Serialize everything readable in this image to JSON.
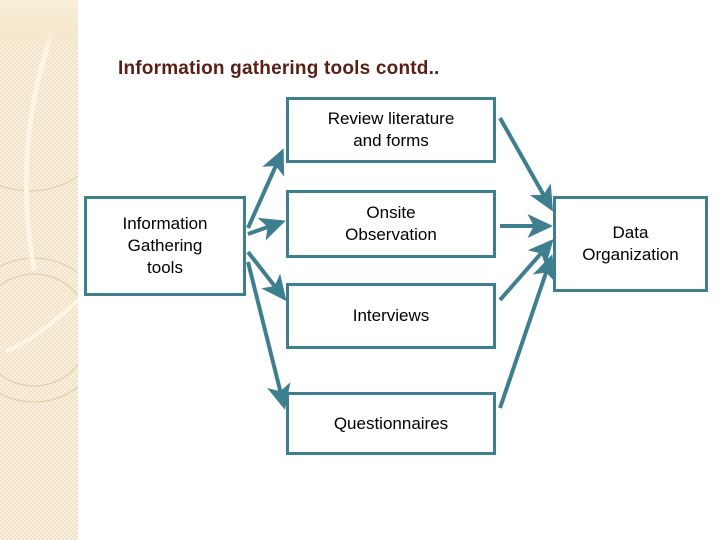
{
  "slide": {
    "title": "Information gathering tools contd..",
    "title_color": "#5a2018",
    "background_color": "#ffffff",
    "accent_color": "#3d7f8e",
    "decoration_color": "#f2e3c4"
  },
  "diagram": {
    "type": "flow",
    "source": {
      "label": "Information\nGathering\ntools",
      "lines": [
        "Information",
        "Gathering",
        "tools"
      ]
    },
    "middle": [
      {
        "id": "review",
        "label": "Review literature\nand forms",
        "lines": [
          "Review literature",
          "and forms"
        ]
      },
      {
        "id": "onsite",
        "label": "Onsite\nObservation",
        "lines": [
          "Onsite",
          "Observation"
        ]
      },
      {
        "id": "interviews",
        "label": "Interviews",
        "lines": [
          "Interviews"
        ]
      },
      {
        "id": "questionnaires",
        "label": "Questionnaires",
        "lines": [
          "Questionnaires"
        ]
      }
    ],
    "target": {
      "label": "Data\nOrganization",
      "lines": [
        "Data",
        "Organization"
      ]
    },
    "arrow_count": 8,
    "arrow_color": "#3d7f8e"
  }
}
